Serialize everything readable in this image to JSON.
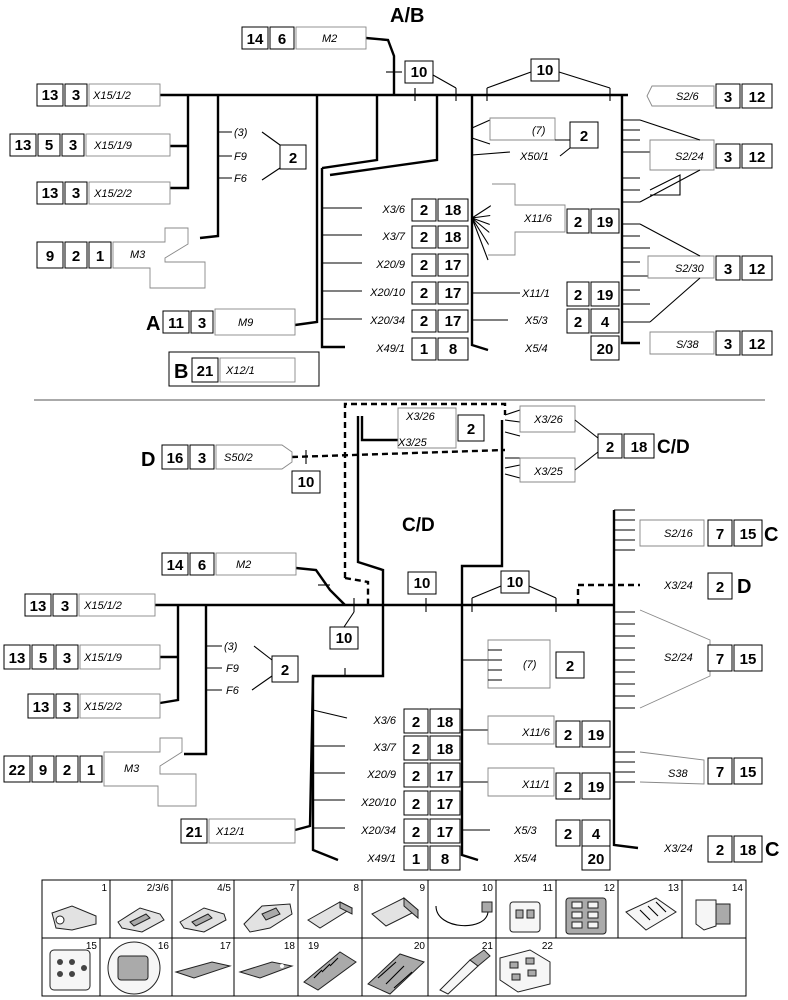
{
  "top": {
    "title": "A/B",
    "m2": {
      "qty": "14",
      "type": "6",
      "label": "M2"
    },
    "split_a": "10",
    "split_b": "10",
    "x15_1_2": {
      "qty": "13",
      "type": "3",
      "label": "X15/1/2"
    },
    "x15_1_9": {
      "qty": "13",
      "n5": "5",
      "type": "3",
      "label": "X15/1/9"
    },
    "x15_2_2": {
      "qty": "13",
      "type": "3",
      "label": "X15/2/2"
    },
    "fuses": {
      "l1": "(3)",
      "l2": "F9",
      "l3": "F6",
      "num": "2"
    },
    "m3": {
      "qty": "9",
      "n2": "2",
      "n1": "1",
      "label": "M3"
    },
    "m9": {
      "letter": "A",
      "qty": "11",
      "type": "3",
      "label": "M9"
    },
    "x12": {
      "letter": "B",
      "qty": "21",
      "label": "X12/1"
    },
    "mid": [
      {
        "label": "X3/6",
        "a": "2",
        "b": "18"
      },
      {
        "label": "X3/7",
        "a": "2",
        "b": "18"
      },
      {
        "label": "X20/9",
        "a": "2",
        "b": "17"
      },
      {
        "label": "X20/10",
        "a": "2",
        "b": "17"
      },
      {
        "label": "X20/34",
        "a": "2",
        "b": "17"
      },
      {
        "label": "X49/1",
        "a": "1",
        "b": "8"
      }
    ],
    "r7": {
      "label": "(7)",
      "num": "2"
    },
    "x50": {
      "label": "X50/1"
    },
    "x11_6": {
      "label": "X11/6",
      "a": "2",
      "b": "19"
    },
    "x11_1": {
      "label": "X11/1",
      "a": "2",
      "b": "19"
    },
    "x5_3": {
      "label": "X5/3",
      "a": "2",
      "b": "4"
    },
    "x5_4": {
      "label": "X5/4",
      "b": "20"
    },
    "s2_6": {
      "label": "S2/6",
      "a": "3",
      "b": "12"
    },
    "s2_24": {
      "label": "S2/24",
      "a": "3",
      "b": "12"
    },
    "s2_30": {
      "label": "S2/30",
      "a": "3",
      "b": "12"
    },
    "s38": {
      "label": "S/38",
      "a": "3",
      "b": "12"
    }
  },
  "bottom": {
    "title": "C/D",
    "x3_26a": "X3/26",
    "x3_25a": "X3/25",
    "x3_2box": "2",
    "x3_26b": "X3/26",
    "x3_25b": "X3/25",
    "cd_pair": {
      "a": "2",
      "b": "18",
      "letter": "C/D"
    },
    "s50": {
      "letter": "D",
      "qty": "16",
      "type": "3",
      "label": "S50/2"
    },
    "split_s50": "10",
    "m2": {
      "qty": "14",
      "type": "6",
      "label": "M2"
    },
    "split_a": "10",
    "split_b": "10",
    "split_c": "10",
    "x15_1_2": {
      "qty": "13",
      "type": "3",
      "label": "X15/1/2"
    },
    "x15_1_9": {
      "qty": "13",
      "n5": "5",
      "type": "3",
      "label": "X15/1/9"
    },
    "x15_2_2": {
      "qty": "13",
      "type": "3",
      "label": "X15/2/2"
    },
    "fuses": {
      "l1": "(3)",
      "l2": "F9",
      "l3": "F6",
      "num": "2"
    },
    "m3": {
      "qty": "22",
      "n9": "9",
      "n2": "2",
      "n1": "1",
      "label": "M3"
    },
    "x12": {
      "qty": "21",
      "label": "X12/1"
    },
    "mid": [
      {
        "label": "X3/6",
        "a": "2",
        "b": "18"
      },
      {
        "label": "X3/7",
        "a": "2",
        "b": "18"
      },
      {
        "label": "X20/9",
        "a": "2",
        "b": "17"
      },
      {
        "label": "X20/10",
        "a": "2",
        "b": "17"
      },
      {
        "label": "X20/34",
        "a": "2",
        "b": "17"
      },
      {
        "label": "X49/1",
        "a": "1",
        "b": "8"
      }
    ],
    "r7": {
      "label": "(7)",
      "num": "2"
    },
    "x11_6": {
      "label": "X11/6",
      "a": "2",
      "b": "19"
    },
    "x11_1": {
      "label": "X11/1",
      "a": "2",
      "b": "19"
    },
    "x5_3": {
      "label": "X5/3",
      "a": "2",
      "b": "4"
    },
    "x5_4": {
      "label": "X5/4",
      "b": "20"
    },
    "s2_16": {
      "label": "S2/16",
      "a": "7",
      "b": "15",
      "letter": "C"
    },
    "x3_24d": {
      "label": "X3/24",
      "a": "2",
      "letter": "D"
    },
    "s2_24": {
      "label": "S2/24",
      "a": "7",
      "b": "15"
    },
    "s38": {
      "label": "S38",
      "a": "7",
      "b": "15"
    },
    "x3_24c": {
      "label": "X3/24",
      "a": "2",
      "b": "18",
      "letter": "C"
    }
  },
  "parts": [
    {
      "num": "1",
      "icon": "ring-terminal-icon"
    },
    {
      "num": "2/3/6",
      "icon": "flat-terminal-icon"
    },
    {
      "num": "4/5",
      "icon": "flat-terminal-icon"
    },
    {
      "num": "7",
      "icon": "crimp-terminal-icon"
    },
    {
      "num": "8",
      "icon": "insulating-sleeve-icon"
    },
    {
      "num": "9",
      "icon": "connector-cover-icon"
    },
    {
      "num": "10",
      "icon": "cable-tie-icon"
    },
    {
      "num": "11",
      "icon": "two-pin-housing-icon"
    },
    {
      "num": "12",
      "icon": "multi-pin-housing-icon"
    },
    {
      "num": "13",
      "icon": "cable-plug-icon"
    },
    {
      "num": "14",
      "icon": "angled-plug-icon"
    },
    {
      "num": "15",
      "icon": "connector-block-icon"
    },
    {
      "num": "16",
      "icon": "round-connector-icon"
    },
    {
      "num": "17",
      "icon": "blade-terminal-icon"
    },
    {
      "num": "18",
      "icon": "tab-terminal-icon"
    },
    {
      "num": "19",
      "icon": "fuse-holder-icon"
    },
    {
      "num": "20",
      "icon": "relay-socket-icon"
    },
    {
      "num": "21",
      "icon": "pin-contact-icon"
    },
    {
      "num": "22",
      "icon": "four-pin-socket-icon"
    }
  ]
}
